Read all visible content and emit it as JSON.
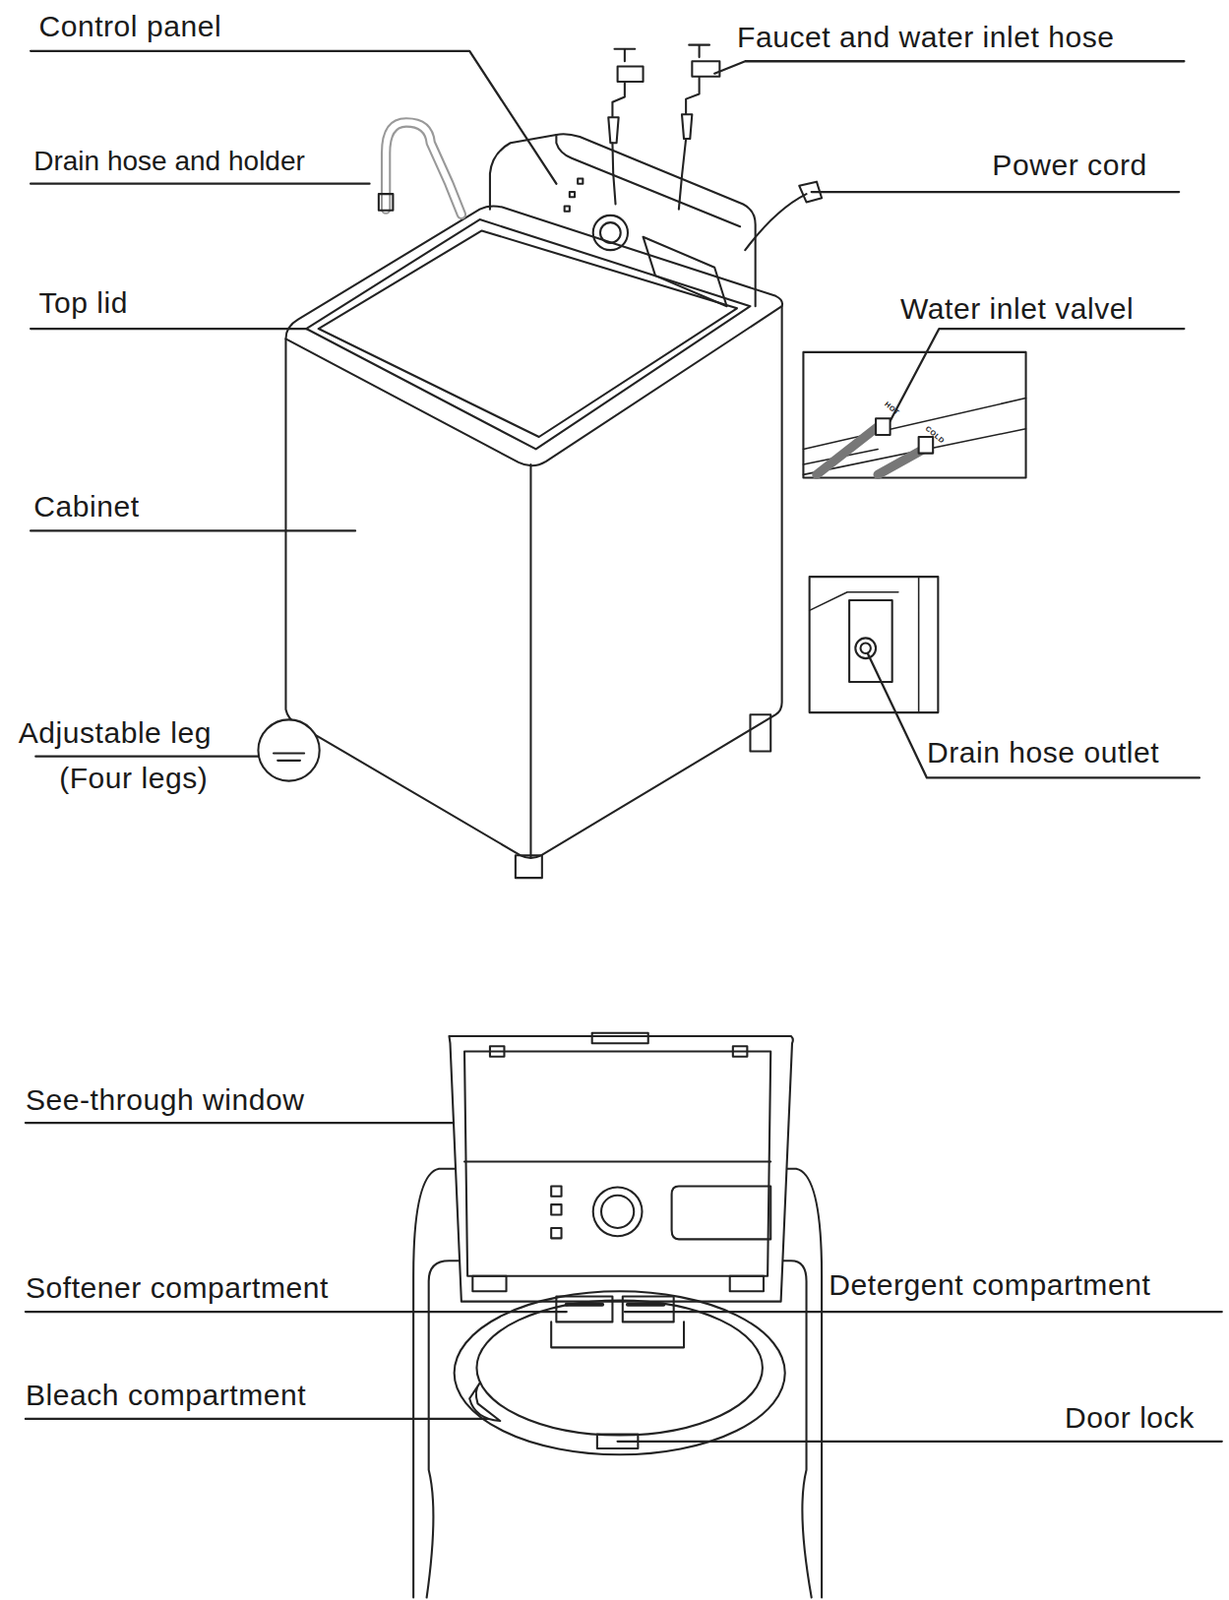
{
  "diagram": {
    "labels": [
      "Control panel",
      "Faucet and water inlet hose",
      "Drain hose and holder",
      "Power cord",
      "Top lid",
      "Water inlet valvel",
      "HOT",
      "COLD",
      "Cabinet",
      "Adjustable leg",
      "(Four legs)",
      "Drain hose outlet",
      "See-through window",
      "Softener compartment",
      "Detergent compartment",
      "Bleach compartment",
      "Door lock"
    ]
  }
}
